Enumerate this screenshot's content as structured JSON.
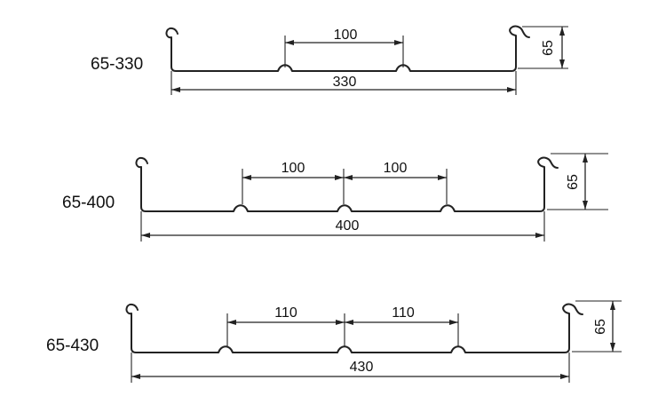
{
  "profiles": [
    {
      "name": "65-330",
      "total_width": "330",
      "height": "65",
      "rib_spacings": [
        "100"
      ]
    },
    {
      "name": "65-400",
      "total_width": "400",
      "height": "65",
      "rib_spacings": [
        "100",
        "100"
      ]
    },
    {
      "name": "65-430",
      "total_width": "430",
      "height": "65",
      "rib_spacings": [
        "110",
        "110"
      ]
    }
  ]
}
